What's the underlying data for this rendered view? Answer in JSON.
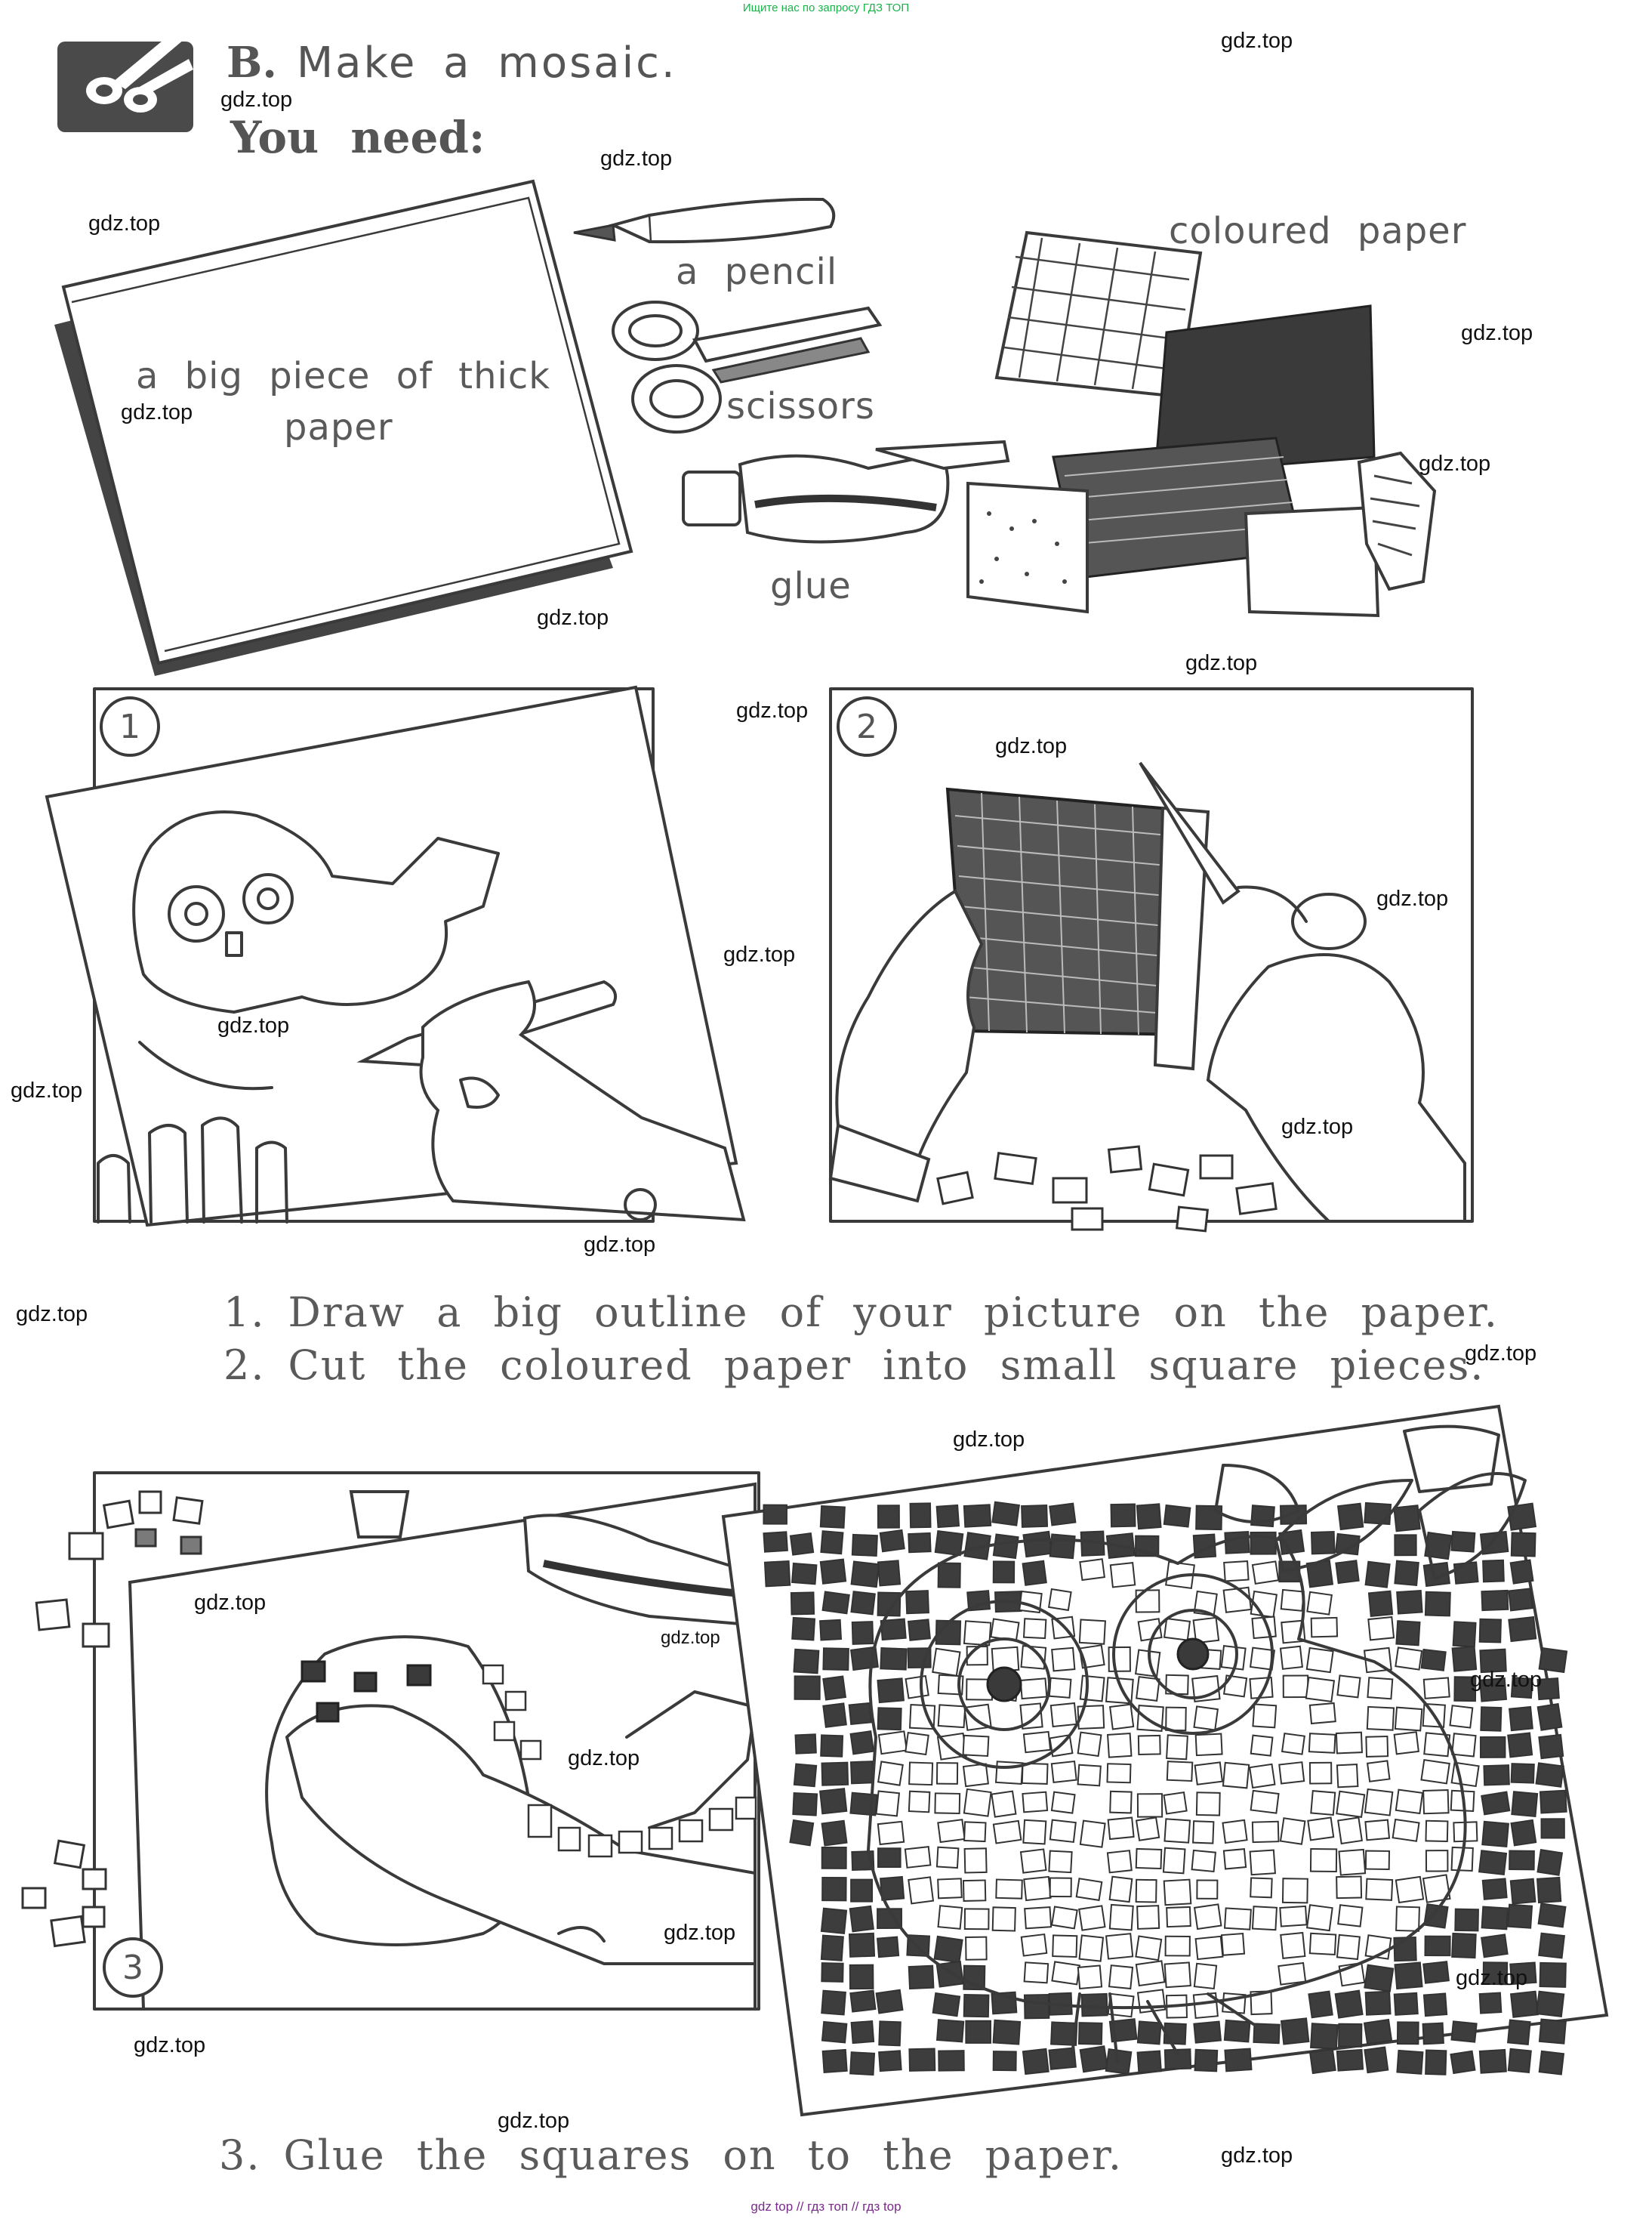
{
  "top_notice": "Ищите нас по запросу ГДЗ ТОП",
  "header": {
    "section_letter": "B.",
    "title": "Make a mosaic.",
    "you_need": "You need:"
  },
  "materials": {
    "big_paper_line1": "a big piece of thick",
    "big_paper_line2": "paper",
    "pencil": "a pencil",
    "scissors": "scissors",
    "glue": "glue",
    "coloured_paper": "coloured paper"
  },
  "steps": {
    "panel1_number": "1",
    "panel2_number": "2",
    "panel3_number": "3",
    "instruction1_number": "1.",
    "instruction1_text": "Draw a big outline of your picture on the paper.",
    "instruction2_number": "2.",
    "instruction2_text": "Cut the coloured paper into small square pieces.",
    "instruction3_number": "3.",
    "instruction3_text": "Glue the squares on to the paper."
  },
  "watermark": "gdz.top",
  "footer": "gdz top // гдз топ // гдз top",
  "colors": {
    "notice_green": "#19b34a",
    "footer_purple": "#7a2a8a",
    "ink": "#3a3a3a"
  },
  "icons": {
    "craft_section": "scissors-icon"
  }
}
